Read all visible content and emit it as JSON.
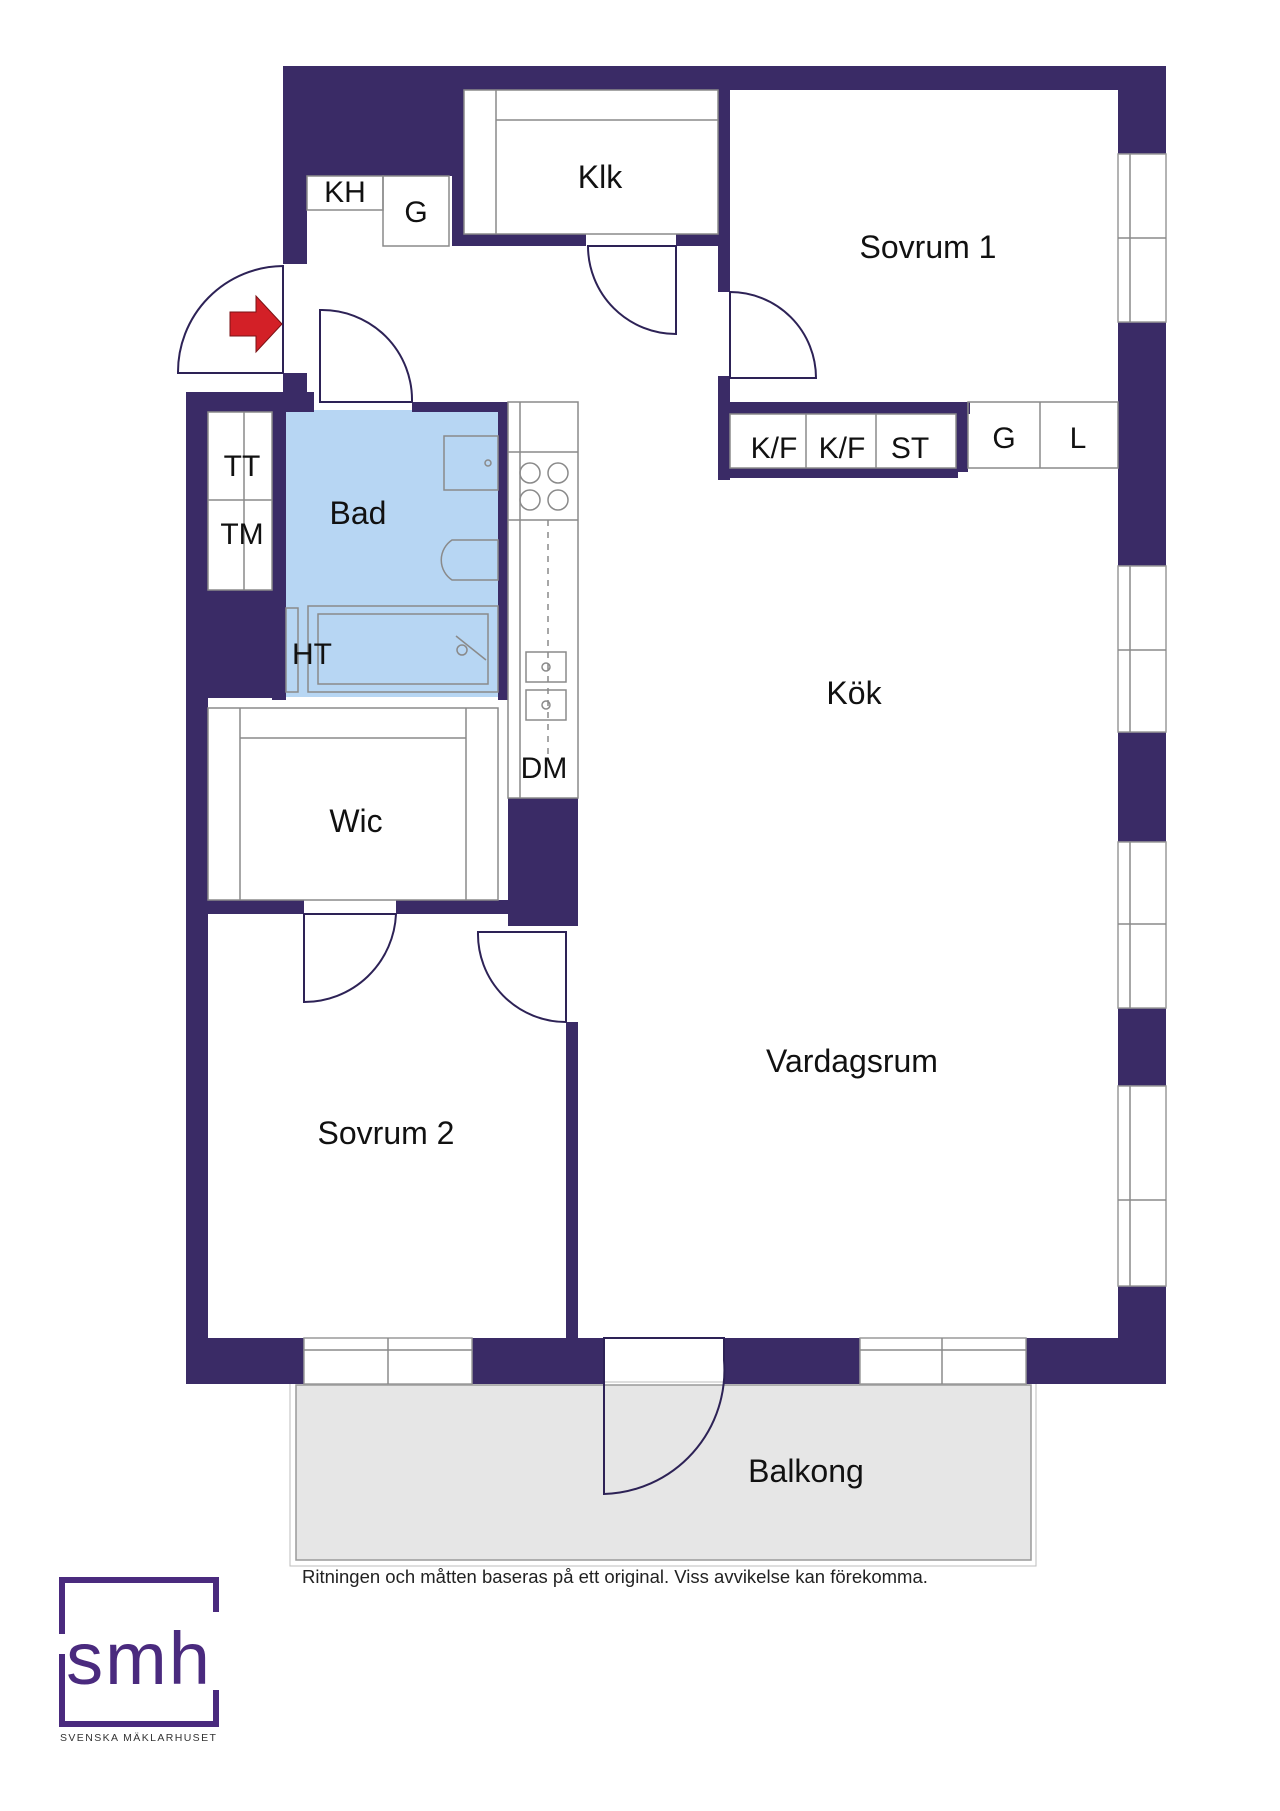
{
  "colors": {
    "wall": "#3a2b66",
    "bathroom": "#b7d6f3",
    "balcony": "#e6e6e6",
    "entrance_arrow": "#d32027",
    "logo": "#4a2a7e"
  },
  "rooms": {
    "klk": "Klk",
    "sovrum_1": "Sovrum 1",
    "bad": "Bad",
    "kok": "Kök",
    "wic": "Wic",
    "vardagsrum": "Vardagsrum",
    "sovrum_2": "Sovrum 2",
    "balkong": "Balkong"
  },
  "fixtures": {
    "kh": "KH",
    "g_hall": "G",
    "tt": "TT",
    "tm": "TM",
    "ht": "HT",
    "dm": "DM",
    "kf_1": "K/F",
    "kf_2": "K/F",
    "st": "ST",
    "g_closet": "G",
    "l": "L"
  },
  "icons": {
    "entrance": "entrance-arrow-icon"
  },
  "disclaimer": "Ritningen och måtten baseras på ett original. Viss avvikelse kan förekomma.",
  "logo": {
    "wordmark": "smh",
    "tagline": "SVENSKA MÄKLARHUSET"
  }
}
